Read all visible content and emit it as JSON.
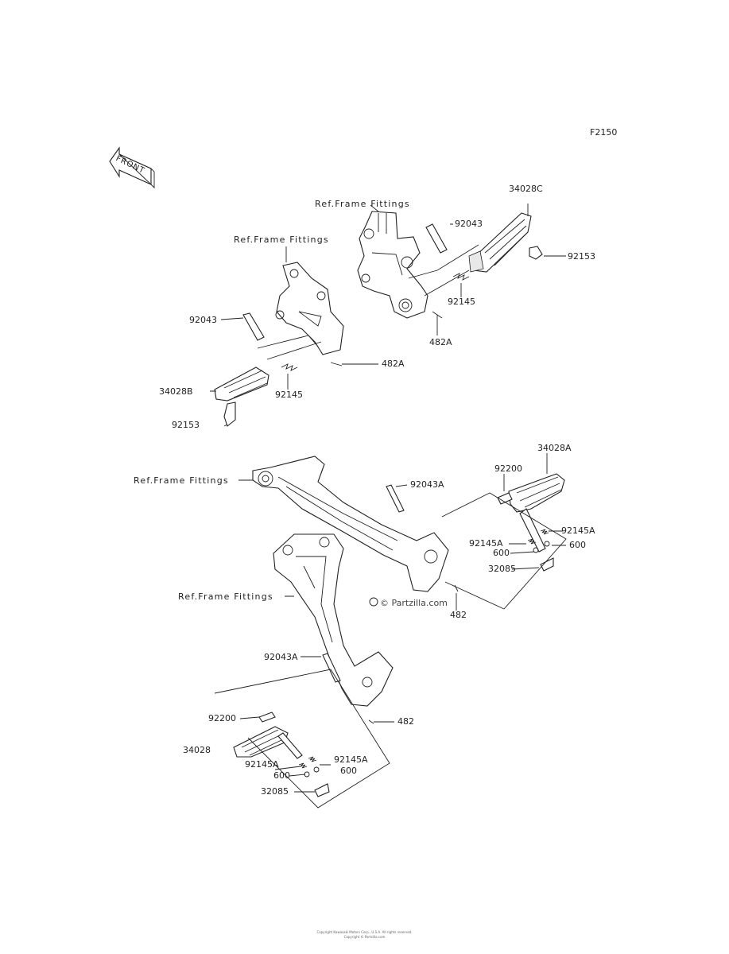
{
  "figure_id": "F2150",
  "front_label": "FRONT",
  "watermark": "© Partzilla.com",
  "copyright_lines": [
    "Copyright Kawasaki Motors Corp., U.S.A. All rights reserved.",
    "Copyright © Partzilla.com"
  ],
  "upper_right_group": {
    "ref_label": "Ref.Frame Fittings",
    "labels": {
      "footpeg": "34028C",
      "pin": "92043",
      "bolt": "92153",
      "spring": "92145",
      "clip": "482A"
    }
  },
  "upper_left_group": {
    "ref_label": "Ref.Frame Fittings",
    "labels": {
      "pin": "92043",
      "clip": "482A",
      "footpeg": "34028B",
      "spring": "92145",
      "bolt": "92153"
    }
  },
  "lower_right_group": {
    "ref_label": "Ref.Frame Fittings",
    "labels": {
      "footpeg": "34028A",
      "plate": "92200",
      "pin": "92043A",
      "spring_right": "92145A",
      "spring_left": "92145A",
      "ball_left": "600",
      "ball_right": "600",
      "detent": "32085",
      "clip": "482"
    }
  },
  "lower_left_group": {
    "ref_label": "Ref.Frame Fittings",
    "labels": {
      "pin": "92043A",
      "clip": "482",
      "plate": "92200",
      "footpeg": "34028",
      "spring_left": "92145A",
      "spring_right": "92145A",
      "ball_left": "600",
      "ball_right": "600",
      "detent": "32085"
    }
  }
}
